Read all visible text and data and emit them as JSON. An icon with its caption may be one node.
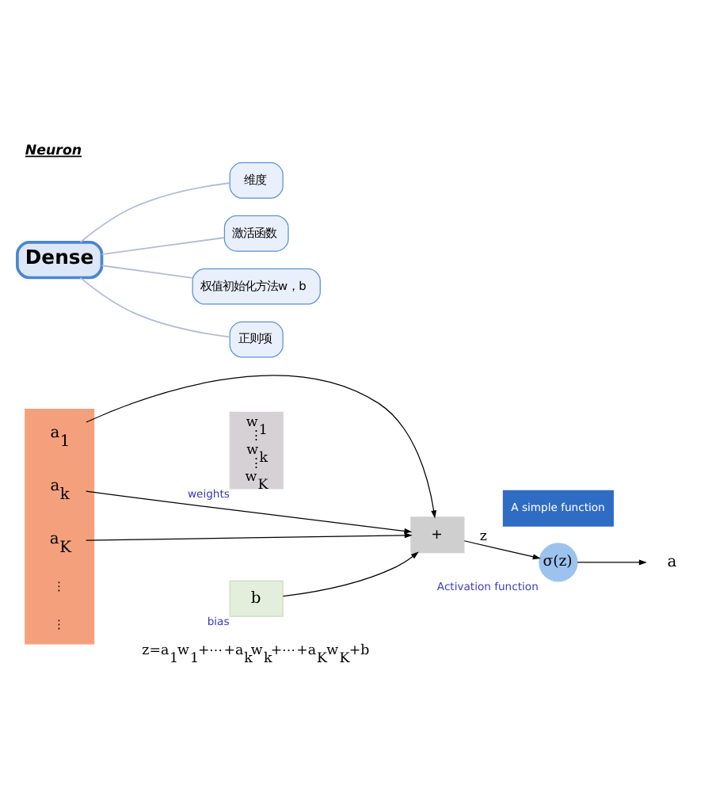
{
  "diagram": {
    "title": "Neuron",
    "nodes": [
      {
        "text": [],
        "shape": "bar"
      },
      {
        "text": [
          "a$_{1}$"
        ],
        "in": 0
      },
      {
        "text": [
          "a$_{k}$"
        ],
        "in": 0
      },
      {
        "text": [
          "a$_{K}$"
        ],
        "in": 0
      },
      {
        "text": [
          "w$_{1}$",
          "⋮",
          "w$_{k}$",
          "⋮",
          "w$_{K}$"
        ],
        "beside": [
          "weights"
        ]
      },
      {
        "text": [
          "A simple function"
        ]
      },
      {
        "text": [
          "+"
        ]
      },
      {
        "text": [
          "σ(z)"
        ],
        "beside": [
          "Activation function"
        ]
      },
      {
        "text": [
          "a"
        ]
      },
      {
        "text": [
          "b"
        ],
        "beside": [
          "bias"
        ]
      },
      {
        "text": [
          "维度"
        ]
      },
      {
        "text": [
          "激活函数"
        ]
      },
      {
        "text": [
          "Dense"
        ]
      },
      {
        "text": [
          "权值初始化方法w，b"
        ]
      },
      {
        "text": [
          "正则项"
        ]
      }
    ],
    "edges": [
      {
        "from": 1,
        "to": 6,
        "arrow": "to"
      },
      {
        "from": 2,
        "to": 6,
        "arrow": "to"
      },
      {
        "from": 3,
        "to": 6,
        "arrow": "to"
      },
      {
        "from": 6,
        "to": 7,
        "arrow": "to",
        "label": "z"
      },
      {
        "from": 7,
        "to": 8,
        "arrow": "to"
      },
      {
        "from": 9,
        "to": 6,
        "arrow": "to"
      },
      {
        "from": 12,
        "to": 10,
        "arrow": "none",
        "color": "#b4bcd4"
      },
      {
        "from": 12,
        "to": 11,
        "arrow": "none",
        "color": "#b4bcd4"
      },
      {
        "from": 12,
        "to": 13,
        "arrow": "none",
        "color": "#b4bcd4"
      },
      {
        "from": 12,
        "to": 14,
        "arrow": "none",
        "color": "#b4bcd4"
      }
    ],
    "labels": [
      "z=a$_{1}$w$_{1}$+⋯+a$_{k}$w$_{k}$+⋯+a$_{K}$w$_{K}$+b",
      "⋮",
      "⋮"
    ]
  }
}
